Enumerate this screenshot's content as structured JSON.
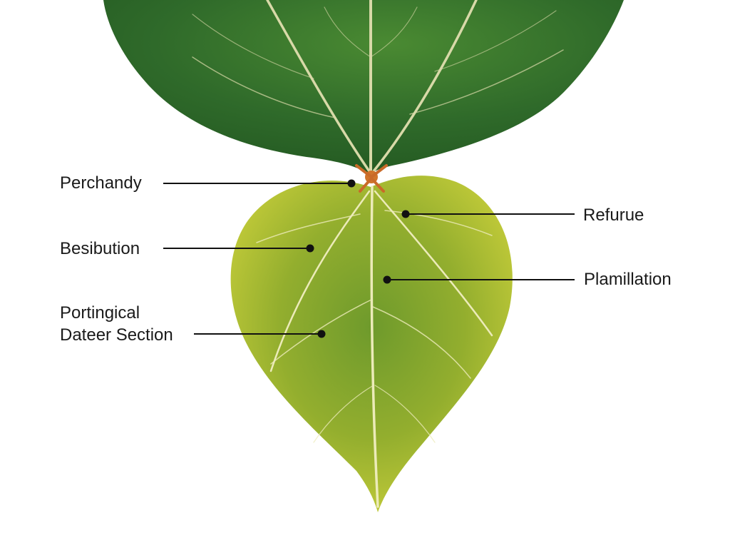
{
  "labels": {
    "perchandy": "Perchandy",
    "besibution": "Besibution",
    "portingical_line1": "Portingical",
    "portingical_line2": "Dateer Section",
    "refurue": "Refurue",
    "plamillation": "Plamillation"
  },
  "colors": {
    "background": "#ffffff",
    "upper_leaf_dark": "#2f6a2a",
    "upper_leaf_light": "#5f9b3a",
    "lower_leaf_center": "#6f9a2c",
    "lower_leaf_edge": "#c9cf3a",
    "vein": "#e6e7b5",
    "petiole_node": "#d0742a",
    "leader_line": "#111111"
  }
}
